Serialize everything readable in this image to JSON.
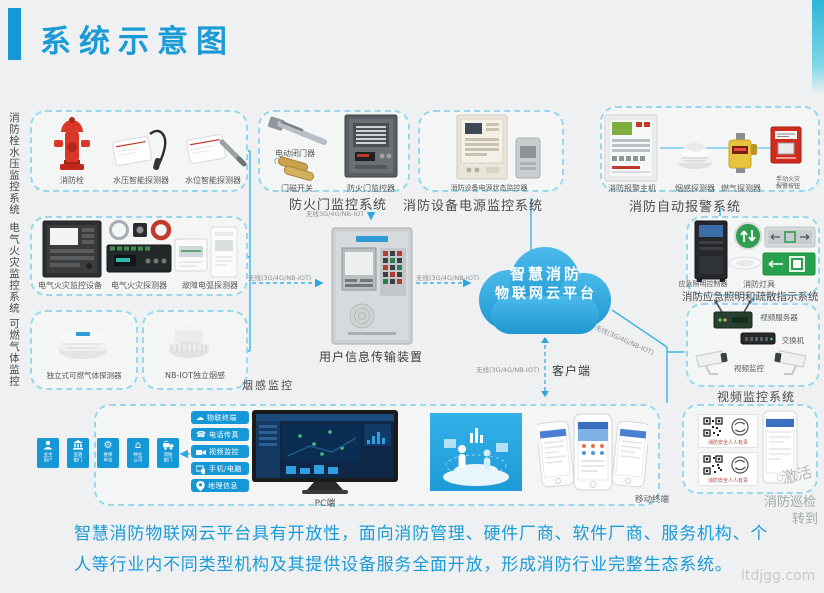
{
  "title": "系统示意图",
  "side": {
    "hydrant": "消防栓水压监控系统",
    "electrical": "电气火灾监控系统",
    "gas": "可燃气体监控"
  },
  "hydrantBox": {
    "i0": "消防栓",
    "i1": "水压智能探测器",
    "i2": "水位智能探测器"
  },
  "fireDoorBox": {
    "title": "防火门监控系统",
    "i0": "电动闭门器",
    "i1": "门磁开关",
    "i2": "防火门监控器"
  },
  "powerBox": {
    "title": "消防设备电源监控系统",
    "i0": "消防设备电源状态监控器"
  },
  "alarmBox": {
    "title": "消防自动报警系统",
    "i0": "消防报警主机",
    "i1": "烟感探测器",
    "i2": "燃气探测器",
    "i3": "手动火灾\n报警按钮"
  },
  "elecBox": {
    "i0": "电气火灾监控设备",
    "i1": "电气火灾探测器",
    "i2": "故障电弧探测器"
  },
  "gasBox": {
    "i0": "独立式可燃气体探测器"
  },
  "smokeBox": {
    "i0": "NB-IOT独立烟感",
    "below": "烟感监控"
  },
  "lightingBox": {
    "title": "消防应急照明和疏散指示系统",
    "i0": "应急照明控制器",
    "i1": "消防灯具"
  },
  "videoBox": {
    "title": "视频监控系统",
    "i0": "视频服务器",
    "i1": "交换机",
    "i2": "视频监控"
  },
  "center": {
    "device": "用户信息传输装置",
    "cloud1": "智慧消防",
    "cloud2": "物联网云平台"
  },
  "links": {
    "wireless": "无线3G/4G/NB-IOT",
    "wirelessParen": "无线(3G/4G/NB-IOT)",
    "client": "客户端"
  },
  "clients": {
    "sq0": "业主\n用户",
    "sq1": "监管\n部门",
    "sq2": "维保\n单位",
    "sq3": "物业\n公司",
    "sq4": "消防\n部门",
    "btn0": "物联终端",
    "btn1": "电话传真",
    "btn2": "视频监控",
    "btn3": "手机/电脑",
    "btn4": "地理信息",
    "pc": "PC端",
    "mobile": "移动终端",
    "qrCaption": "消防安全人人有责"
  },
  "paragraph": "智慧消防物联网云平台具有开放性，面向消防管理、硬件厂商、软件厂商、服务机构、个人等行业内不同类型机构及其提供设备服务全面开放，形成消防行业完整生态系统。",
  "watermarks": {
    "w1": "激活",
    "w2": "消防巡检",
    "w3": "转到",
    "w4": "ltdjgg.com"
  },
  "colors": {
    "accent": "#1a9bd7",
    "line": "#2aa7df",
    "boxBorder": "#98d7ee"
  }
}
